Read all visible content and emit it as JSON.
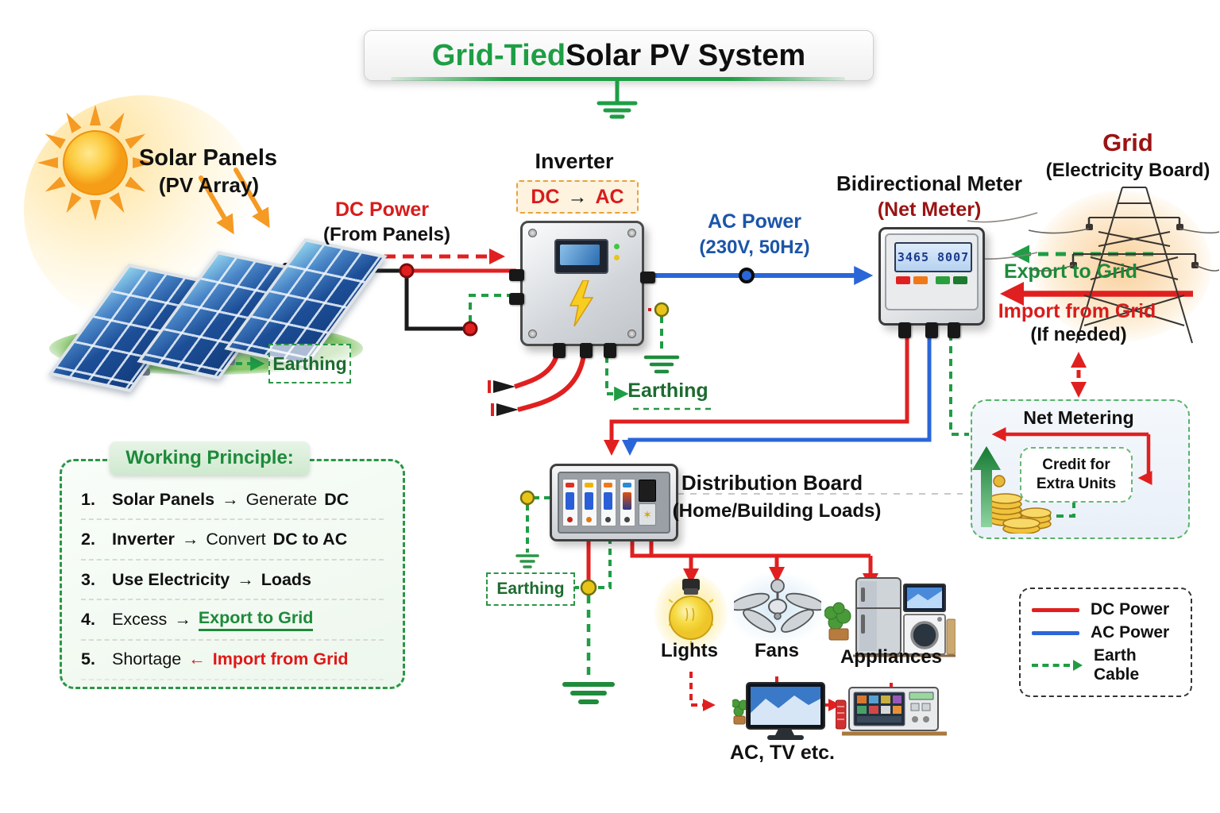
{
  "title": {
    "part1": "Grid-Tied",
    "part2": " Solar PV System"
  },
  "solar": {
    "title": "Solar Panels",
    "subtitle": "(PV Array)",
    "earthing_label": "Earthing"
  },
  "dc": {
    "title": "DC Power",
    "subtitle": "(From Panels)"
  },
  "inverter": {
    "title": "Inverter",
    "conv_a": "DC",
    "conv_arrow": "→",
    "conv_b": "AC",
    "earthing_label": "Earthing"
  },
  "ac": {
    "title": "AC Power",
    "subtitle": "(230V, 50Hz)"
  },
  "meter": {
    "title": "Bidirectional Meter",
    "subtitle": "(Net Meter)",
    "reading": "3465 8007"
  },
  "grid": {
    "title": "Grid",
    "subtitle": "(Electricity Board)",
    "export_label": "Export to Grid",
    "import_label": "Import from Grid",
    "note": "(If needed)"
  },
  "net_metering": {
    "title": "Net Metering",
    "credit_line1": "Credit for",
    "credit_line2": "Extra Units"
  },
  "working_principle": {
    "title": "Working Principle:",
    "items": [
      {
        "num": "1.",
        "lead": "Solar Panels",
        "arrow": "→",
        "tail": "Generate",
        "tail_bold": "DC"
      },
      {
        "num": "2.",
        "lead": "Inverter",
        "arrow": "→",
        "tail": "Convert",
        "tail_bold": "DC to AC"
      },
      {
        "num": "3.",
        "lead": "Use Electricity",
        "arrow": "→",
        "tail": "",
        "tail_bold": "Loads"
      },
      {
        "num": "4.",
        "lead": "Excess",
        "arrow": "→",
        "tail_green": "Export to Grid"
      },
      {
        "num": "5.",
        "lead": "Shortage",
        "arrow": "←",
        "tail_red": "Import from Grid"
      }
    ]
  },
  "distribution": {
    "title": "Distribution Board",
    "sub_pre": "(",
    "sub_bold": "Home/",
    "sub_rest": "Building Loads)",
    "earthing_label": "Earthing"
  },
  "loads": {
    "lights": "Lights",
    "fans": "Fans",
    "appliances": "Appliances",
    "misc": "AC, TV etc."
  },
  "legend": {
    "dc": "DC Power",
    "ac": "AC Power",
    "earth": "Earth Cable"
  },
  "colors": {
    "dc_red": "#e02020",
    "ac_blue": "#2a66d8",
    "earth_green": "#1f9d44",
    "title_green": "#1e9e45",
    "dark_red": "#9b1313",
    "accent_orange": "#f59a23"
  }
}
